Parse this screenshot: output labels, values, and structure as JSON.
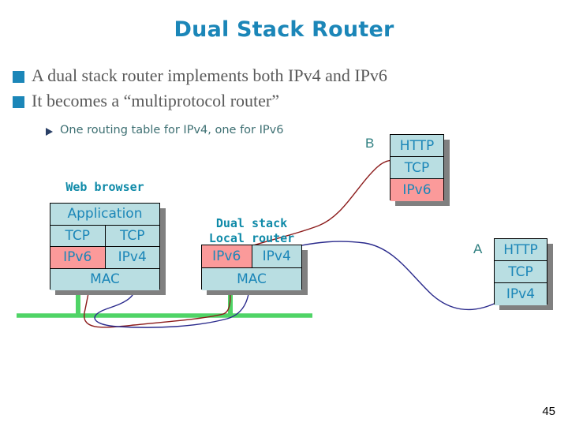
{
  "slide": {
    "title": "Dual Stack Router",
    "page_number": "45",
    "accent_color": "#1b86b8",
    "ipv6_color": "#fb9a9a",
    "ipv4_color": "#b9dee2",
    "bus_color": "#4fd466",
    "ipv6_path_color": "#8b1a1a",
    "ipv4_path_color": "#2a2a8c"
  },
  "bullets": [
    {
      "marker": "square-bullet",
      "text": "A dual stack router implements both IPv4 and IPv6"
    },
    {
      "marker": "square-bullet",
      "text": "It becomes a “multiprotocol router”"
    }
  ],
  "subbullets": [
    {
      "marker": "triangle-bullet",
      "text": "One routing table for IPv4, one for IPv6"
    }
  ],
  "diagram": {
    "browser_stack": {
      "caption": "Web browser",
      "rows": [
        {
          "cells": [
            {
              "label": "Application",
              "fill": "blue"
            }
          ]
        },
        {
          "cells": [
            {
              "label": "TCP",
              "fill": "blue"
            },
            {
              "label": "TCP",
              "fill": "blue"
            }
          ]
        },
        {
          "cells": [
            {
              "label": "IPv6",
              "fill": "pink"
            },
            {
              "label": "IPv4",
              "fill": "blue"
            }
          ]
        },
        {
          "cells": [
            {
              "label": "MAC",
              "fill": "blue"
            }
          ]
        }
      ]
    },
    "router_stack": {
      "caption": "Dual stack\nLocal router",
      "caption_line1": "Dual stack",
      "caption_line2": "Local router",
      "rows": [
        {
          "cells": [
            {
              "label": "IPv6",
              "fill": "pink"
            },
            {
              "label": "IPv4",
              "fill": "blue"
            }
          ]
        },
        {
          "cells": [
            {
              "label": "MAC",
              "fill": "blue"
            }
          ]
        }
      ]
    },
    "host_b": {
      "label": "B",
      "rows": [
        {
          "cells": [
            {
              "label": "HTTP",
              "fill": "blue"
            }
          ]
        },
        {
          "cells": [
            {
              "label": "TCP",
              "fill": "blue"
            }
          ]
        },
        {
          "cells": [
            {
              "label": "IPv6",
              "fill": "pink"
            }
          ]
        }
      ]
    },
    "host_a": {
      "label": "A",
      "rows": [
        {
          "cells": [
            {
              "label": "HTTP",
              "fill": "blue"
            }
          ]
        },
        {
          "cells": [
            {
              "label": "TCP",
              "fill": "blue"
            }
          ]
        },
        {
          "cells": [
            {
              "label": "IPv4",
              "fill": "blue"
            }
          ]
        }
      ]
    }
  }
}
